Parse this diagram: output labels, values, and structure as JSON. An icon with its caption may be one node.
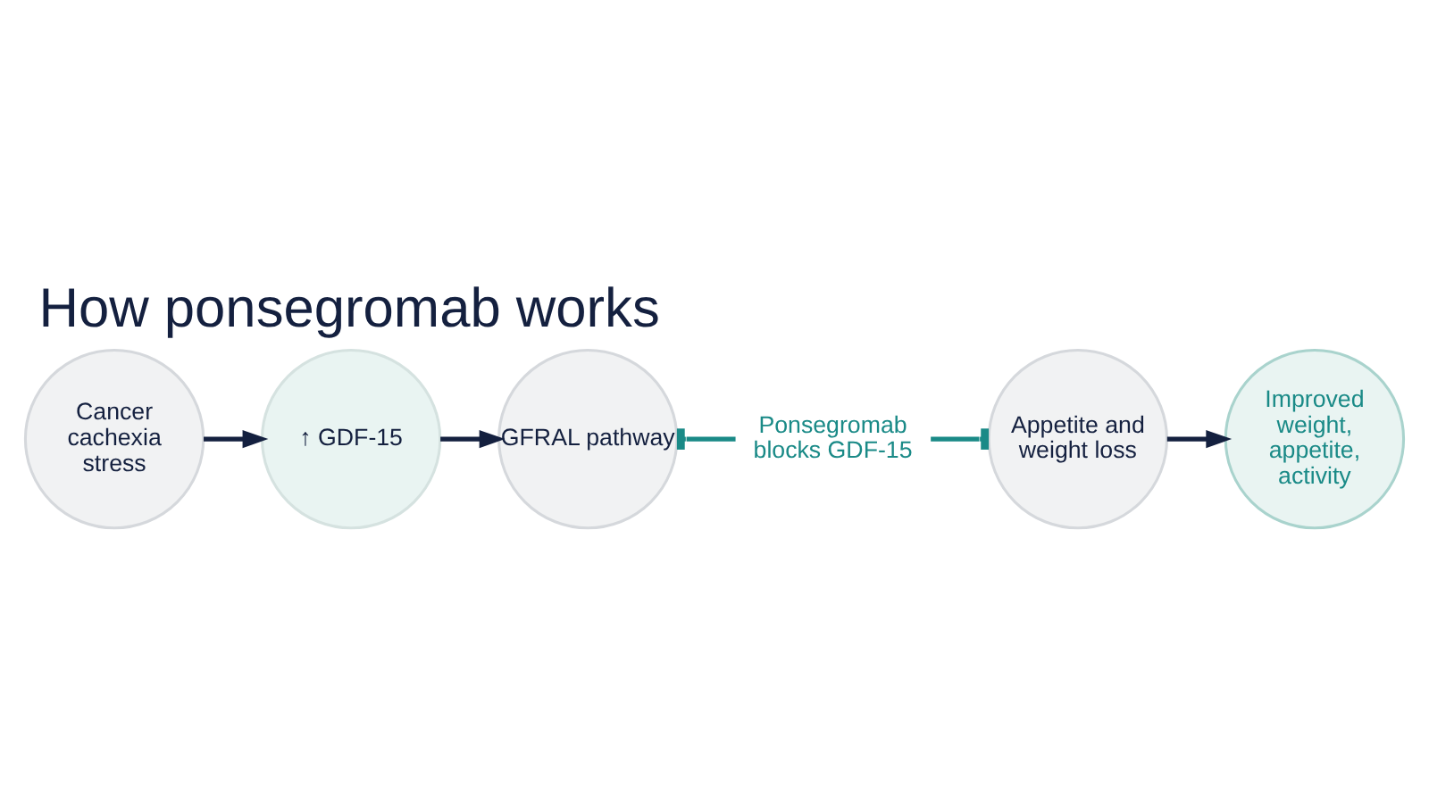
{
  "diagram": {
    "title": "How ponsegromab works",
    "nodes": [
      {
        "text": [
          "Cancer cachexia stress"
        ]
      },
      {
        "text": [
          "↑ GDF-15"
        ]
      },
      {
        "text": [
          "GFRAL pathway"
        ]
      },
      {
        "text": [
          "Ponsegromab blocks GDF-15"
        ]
      },
      {
        "text": [
          "Appetite and weight loss"
        ]
      },
      {
        "text": [
          "Improved weight, appetite, activity"
        ]
      }
    ],
    "edges": [
      {
        "from": 0,
        "to": 1,
        "arrow": "to"
      },
      {
        "from": 1,
        "to": 2,
        "arrow": "to"
      },
      {
        "from": 3,
        "to": 2,
        "arrow": "other",
        "color": "#1a8a87"
      },
      {
        "from": 3,
        "to": 4,
        "arrow": "other",
        "color": "#1a8a87"
      },
      {
        "from": 4,
        "to": 5,
        "arrow": "to"
      }
    ]
  }
}
